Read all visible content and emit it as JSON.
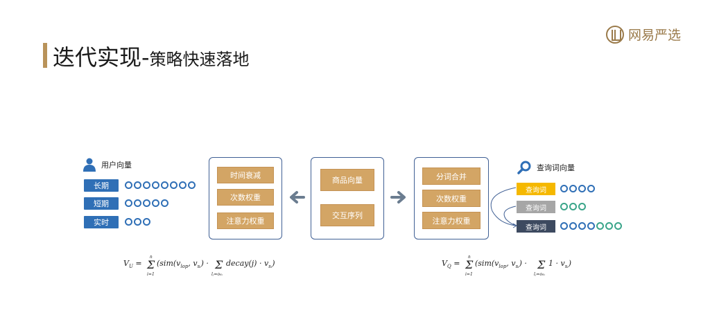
{
  "header": {
    "title_main": "迭代实现-",
    "title_sub": "策略快速落地",
    "logo_text": "网易严选"
  },
  "user_section": {
    "heading": "用户向量",
    "rows": [
      {
        "label": "长期",
        "circles": 8
      },
      {
        "label": "短期",
        "circles": 5
      },
      {
        "label": "实时",
        "circles": 3
      }
    ]
  },
  "left_panel": {
    "items": [
      "时间衰减",
      "次数权重",
      "注意力权重"
    ]
  },
  "center_panel": {
    "items": [
      "商品向量",
      "交互序列"
    ]
  },
  "right_panel": {
    "items": [
      "分词合并",
      "次数权重",
      "注意力权重"
    ]
  },
  "query_section": {
    "heading": "查询词向量",
    "rows": [
      {
        "label": "查询词",
        "color": "#f5b800",
        "circles_blue": 4,
        "circles_green": 0
      },
      {
        "label": "查询词",
        "color": "#a6a6a6",
        "circles_blue": 0,
        "circles_green": 3
      },
      {
        "label": "查询词",
        "color": "#3d4a60",
        "circles_blue": 4,
        "circles_green": 3
      }
    ]
  },
  "formulas": {
    "user": "V_U = Σ_{i=1}^{h} (sim(v_lop, v_si) · Σ_{l_j=o_si} decay(j) · v_si)",
    "query": "V_Q = Σ_{i=1}^{h} (sim(v_lop, v_si) · Σ_{l_j=o_si} 1 · v_si)"
  },
  "colors": {
    "accent_gold": "#b9935a",
    "tag_blue": "#2f6fb6",
    "box_tan": "#d3a565",
    "panel_border": "#3f5f94",
    "circle_green": "#3aa58a"
  }
}
